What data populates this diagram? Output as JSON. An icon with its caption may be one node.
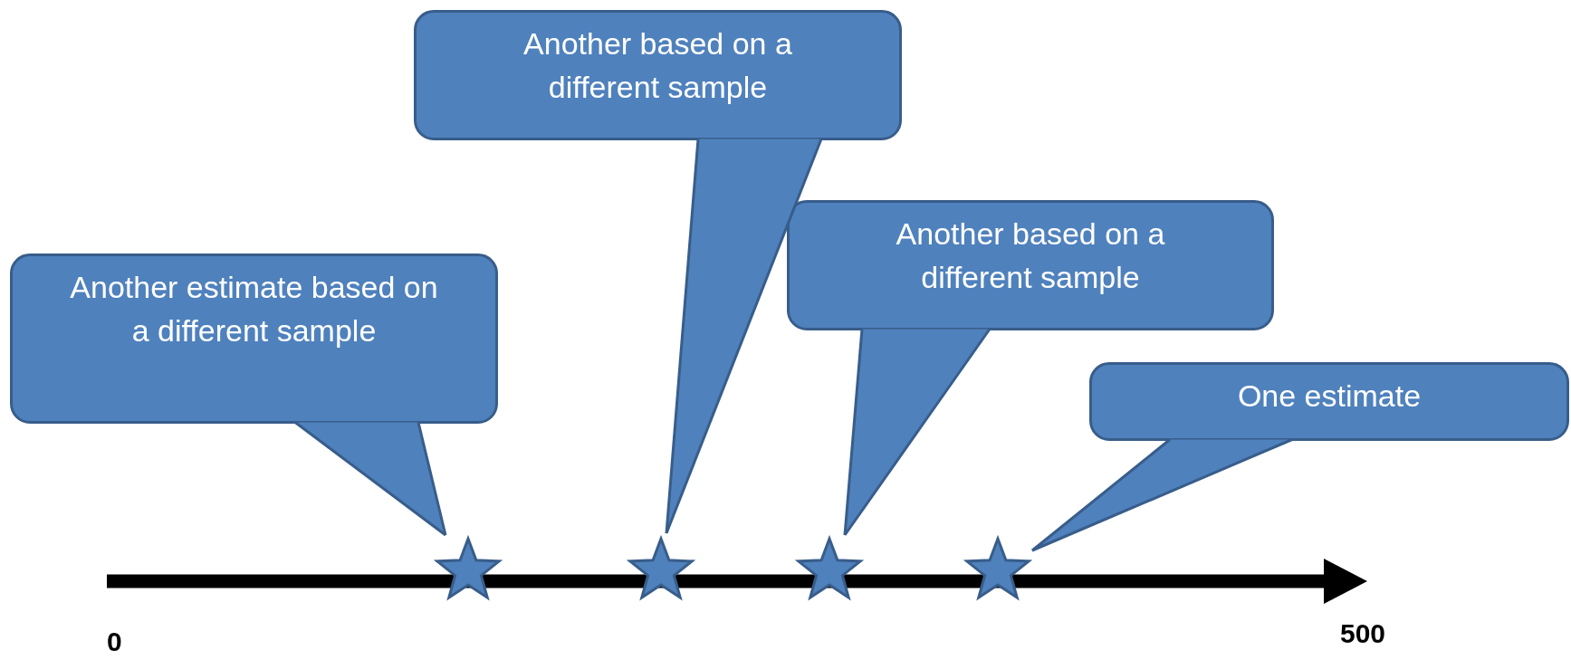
{
  "diagram": {
    "nodes": [
      {
        "text": [
          "Another estimate based on a different sample"
        ]
      },
      {
        "text": [
          "Another based on a different sample"
        ]
      },
      {
        "text": [
          "Another based on a different sample"
        ]
      },
      {
        "text": [
          "One estimate"
        ]
      },
      {
        "text": [],
        "shape": "star"
      },
      {
        "text": [],
        "shape": "star"
      },
      {
        "text": [],
        "shape": "star"
      },
      {
        "text": [],
        "shape": "star"
      }
    ],
    "edges": [
      {
        "from": 0,
        "to": 4,
        "arrow": "none"
      },
      {
        "from": 1,
        "to": 5,
        "arrow": "none"
      },
      {
        "from": 2,
        "to": 6,
        "arrow": "none"
      },
      {
        "from": 3,
        "to": 7,
        "arrow": "none"
      }
    ],
    "labels": [
      "0",
      "500"
    ]
  }
}
